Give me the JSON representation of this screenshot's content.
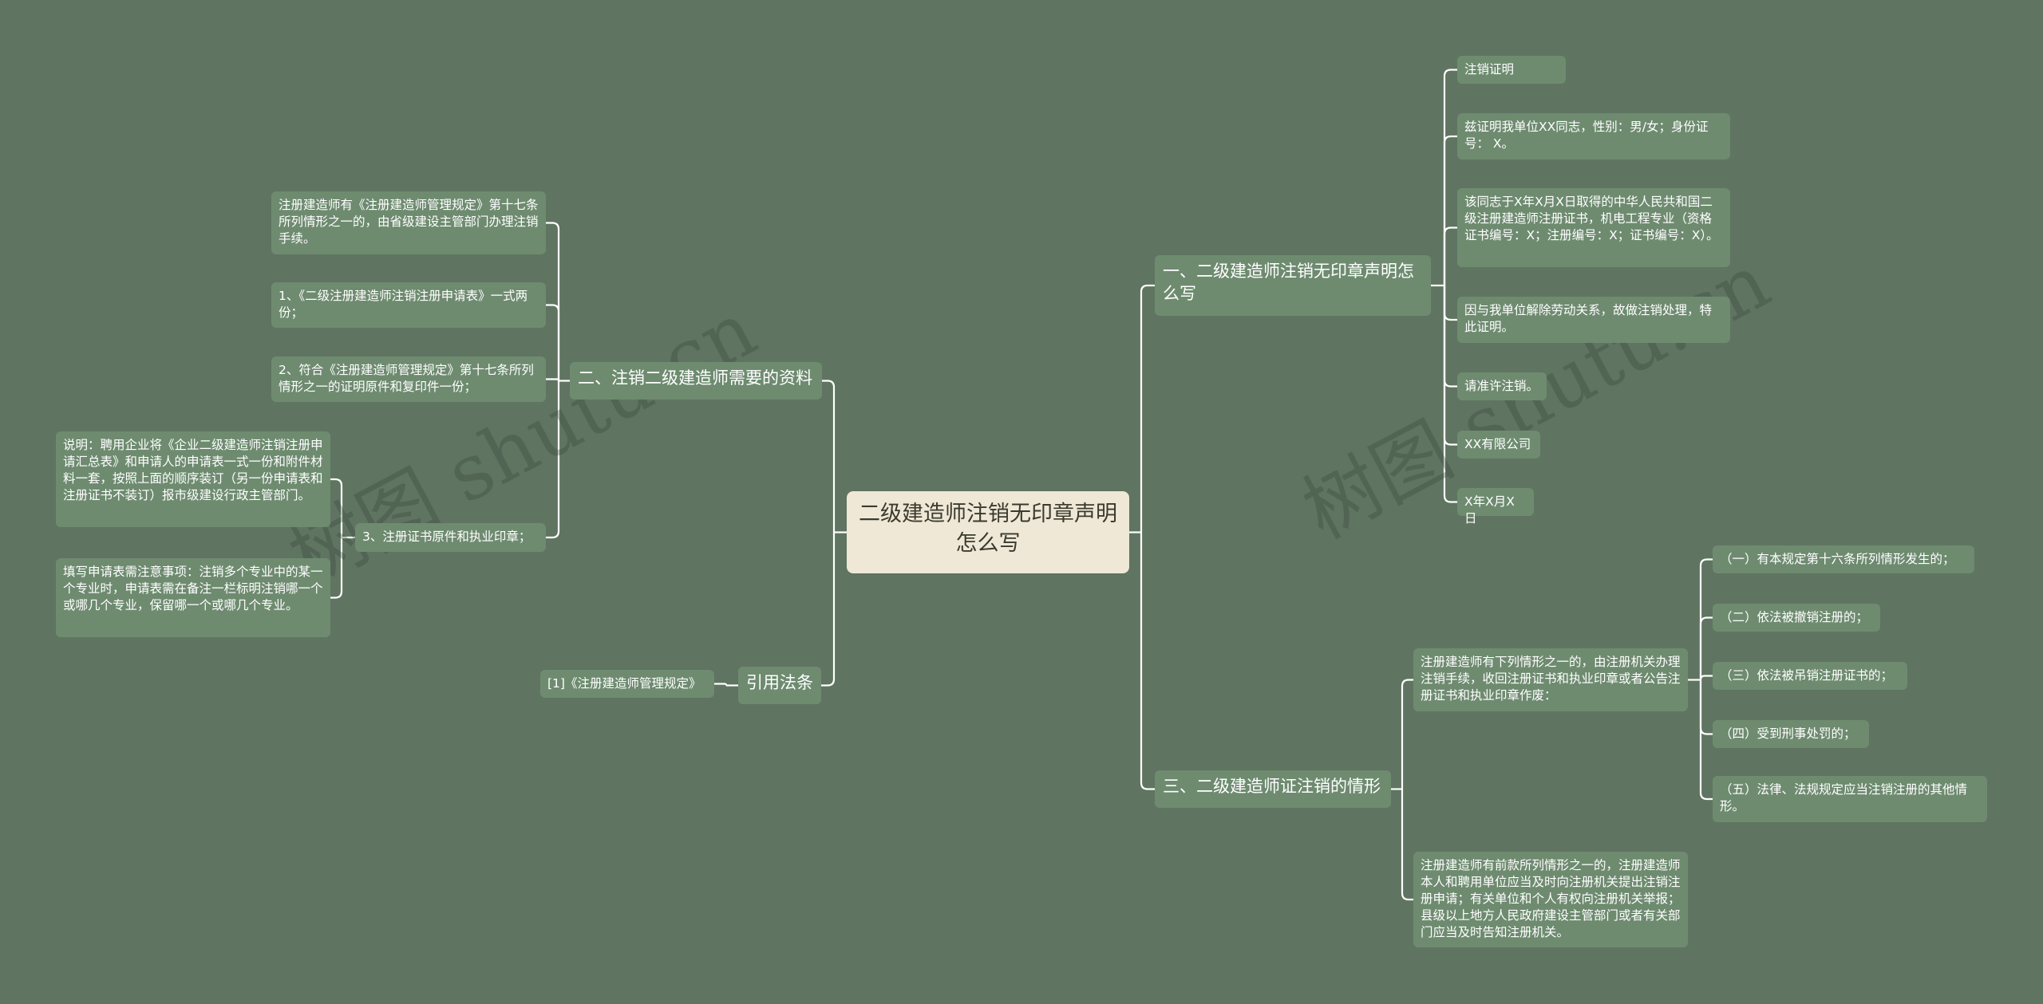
{
  "root": {
    "text": "二级建造师注销无印章声明怎么写"
  },
  "branches": {
    "b1": {
      "title": "一、二级建造师注销无印章声明怎么写",
      "items": [
        "注销证明",
        "兹证明我单位XX同志，性别：男/女；身份证号： X。",
        "该同志于X年X月X日取得的中华人民共和国二级注册建造师注册证书，机电工程专业（资格证书编号：X；注册编号：X；证书编号：X）。",
        "因与我单位解除劳动关系，故做注销处理，特此证明。",
        "请准许注销。",
        "XX有限公司",
        "X年X月X日"
      ]
    },
    "b2": {
      "title": "二、注销二级建造师需要的资料",
      "items": [
        "注册建造师有《注册建造师管理规定》第十七条所列情形之一的，由省级建设主管部门办理注销手续。",
        "1、《二级注册建造师注销注册申请表》一式两份；",
        "2、符合《注册建造师管理规定》第十七条所列情形之一的证明原件和复印件一份；",
        "3、注册证书原件和执业印章；"
      ],
      "sub": [
        "说明：聘用企业将《企业二级建造师注销注册申请汇总表》和申请人的申请表一式一份和附件材料一套，按照上面的顺序装订（另一份申请表和注册证书不装订）报市级建设行政主管部门。",
        "填写申请表需注意事项：注销多个专业中的某一个专业时，申请表需在备注一栏标明注销哪一个或哪几个专业，保留哪一个或哪几个专业。"
      ]
    },
    "b3": {
      "title": "三、二级建造师证注销的情形",
      "item1": "注册建造师有下列情形之一的，由注册机关办理注销手续，收回注册证书和执业印章或者公告注册证书和执业印章作废：",
      "item1_children": [
        "（一）有本规定第十六条所列情形发生的；",
        "（二）依法被撤销注册的；",
        "（三）依法被吊销注册证书的；",
        "（四）受到刑事处罚的；",
        "（五）法律、法规规定应当注销注册的其他情形。"
      ],
      "item2": "注册建造师有前款所列情形之一的，注册建造师本人和聘用单位应当及时向注册机关提出注销注册申请；有关单位和个人有权向注册机关举报；县级以上地方人民政府建设主管部门或者有关部门应当及时告知注册机关。"
    },
    "b4": {
      "title": "引用法条",
      "items": [
        "[1]《注册建造师管理规定》"
      ]
    }
  },
  "watermarks": [
    "树图 shutu.cn",
    "树图 shutu.cn"
  ],
  "colors": {
    "background": "#5f7461",
    "node": "#6e8b70",
    "root": "#efe8d6",
    "line": "#ffffff"
  }
}
